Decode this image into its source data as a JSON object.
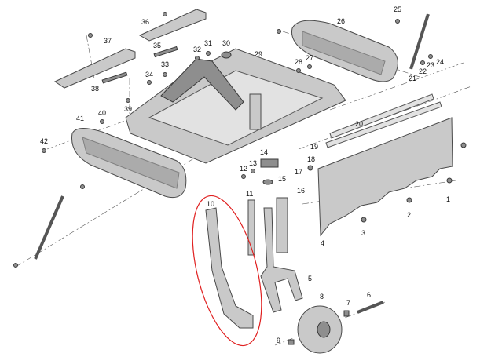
{
  "diagram": {
    "highlight_color": "#e02020",
    "highlighted_part": "10",
    "labels": {
      "p1": "1",
      "p2": "2",
      "p3": "3",
      "p4": "4",
      "p5": "5",
      "p6": "6",
      "p7": "7",
      "p8": "8",
      "p9": "9",
      "p10": "10",
      "p11": "11",
      "p12": "12",
      "p13": "13",
      "p14": "14",
      "p15": "15",
      "p16": "16",
      "p17": "17",
      "p18": "18",
      "p19": "19",
      "p20": "20",
      "p21": "21",
      "p22": "22",
      "p23": "23",
      "p24": "24",
      "p25": "25",
      "p26": "26",
      "p27": "27",
      "p28": "28",
      "p29": "29",
      "p30": "30",
      "p31": "31",
      "p32": "32",
      "p33": "33",
      "p34": "34",
      "p35": "35",
      "p36": "36",
      "p37": "37",
      "p38": "38",
      "p39": "39",
      "p40": "40",
      "p41": "41",
      "p42": "42"
    }
  }
}
